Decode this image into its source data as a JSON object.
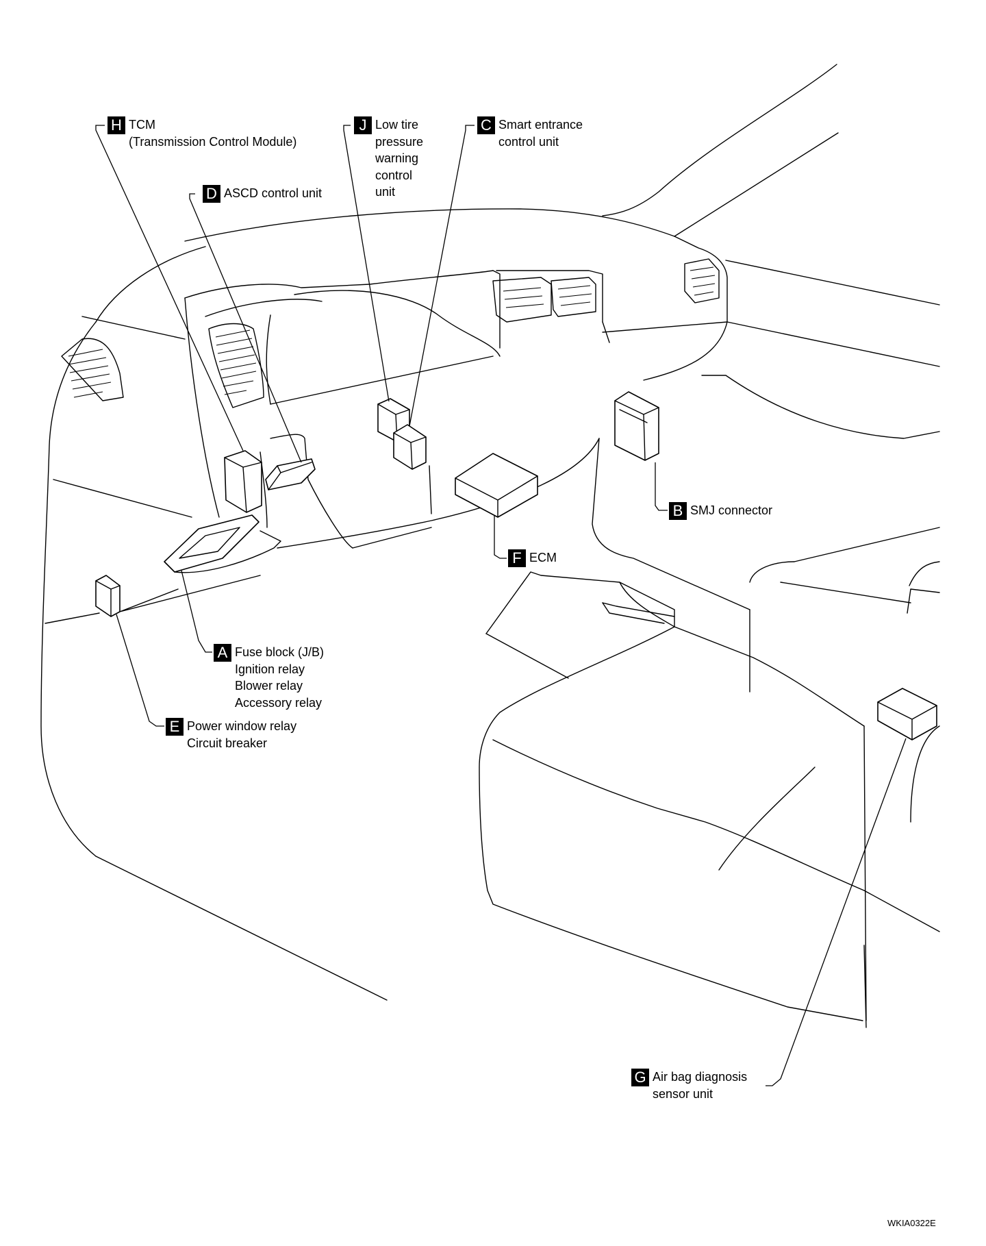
{
  "callouts": [
    {
      "letter": "H",
      "lines": [
        "TCM",
        "(Transmission Control Module)"
      ]
    },
    {
      "letter": "D",
      "lines": [
        "ASCD control unit"
      ]
    },
    {
      "letter": "J",
      "lines": [
        "Low tire",
        "pressure",
        "warning",
        "control",
        "unit"
      ]
    },
    {
      "letter": "C",
      "lines": [
        "Smart entrance",
        "control unit"
      ]
    },
    {
      "letter": "B",
      "lines": [
        "SMJ connector"
      ]
    },
    {
      "letter": "F",
      "lines": [
        "ECM"
      ]
    },
    {
      "letter": "A",
      "lines": [
        "Fuse block (J/B)",
        "Ignition relay",
        "Blower relay",
        "Accessory relay"
      ]
    },
    {
      "letter": "E",
      "lines": [
        "Power window relay",
        "Circuit breaker"
      ]
    },
    {
      "letter": "G",
      "lines": [
        "Air bag diagnosis",
        "sensor unit"
      ]
    }
  ],
  "figure_code": "WKIA0322E"
}
